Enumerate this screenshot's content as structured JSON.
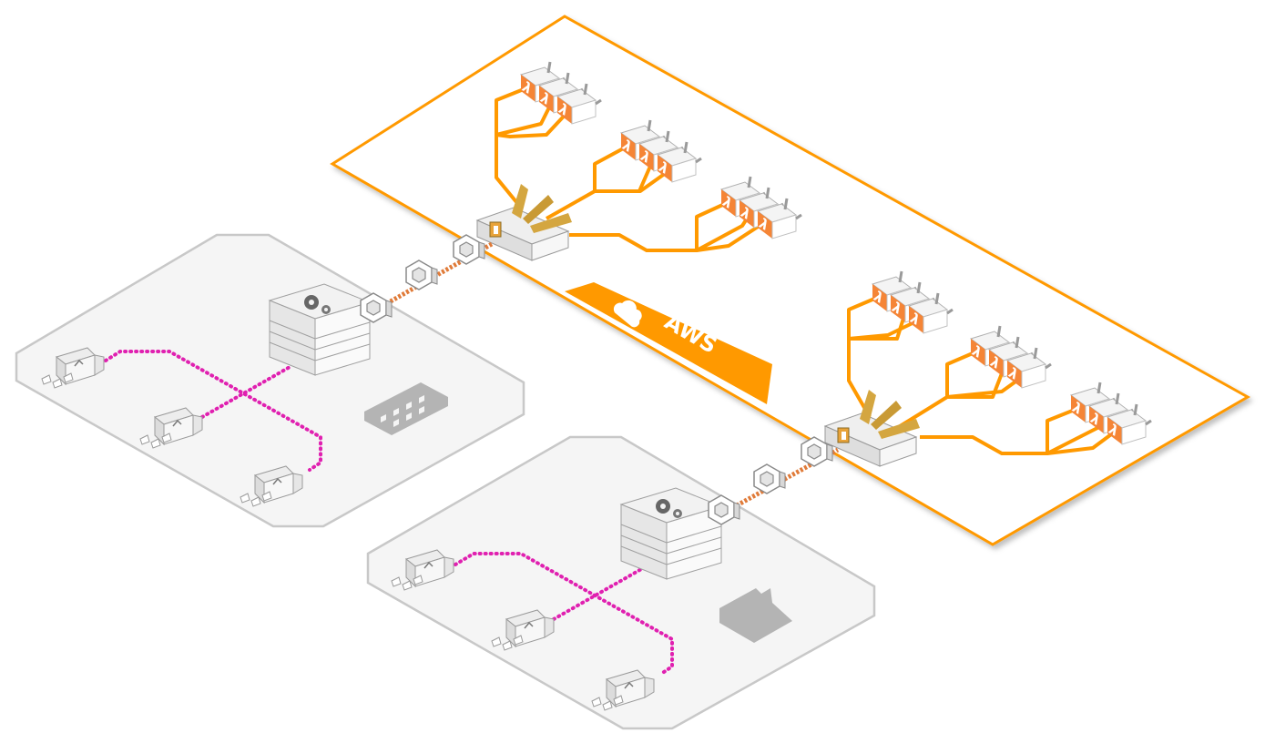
{
  "aws": {
    "label": "AWS",
    "cloud_icon": "cloud-icon",
    "function_glyph": "λ"
  },
  "colors": {
    "aws_orange": "#FF9900",
    "lambda_orange": "#F58536",
    "site_fill": "#F5F5F5",
    "site_border": "#C8C8C8",
    "local_link": "#E020B0",
    "vpn_link": "#E07B39",
    "gold": "#D4A640"
  },
  "sites": [
    {
      "name": "site-office",
      "icon": "office-building-icon",
      "gateway_icon": "gear-server-icon",
      "device_count": 3
    },
    {
      "name": "site-factory",
      "icon": "factory-icon",
      "gateway_icon": "gear-server-icon",
      "device_count": 3
    }
  ],
  "aws_hubs": [
    {
      "name": "aws-hub-upper",
      "icon": "iot-gateway-icon",
      "function_groups": 3,
      "functions_per_group": 3
    },
    {
      "name": "aws-hub-lower",
      "icon": "iot-gateway-icon",
      "function_groups": 3,
      "functions_per_group": 3
    }
  ]
}
